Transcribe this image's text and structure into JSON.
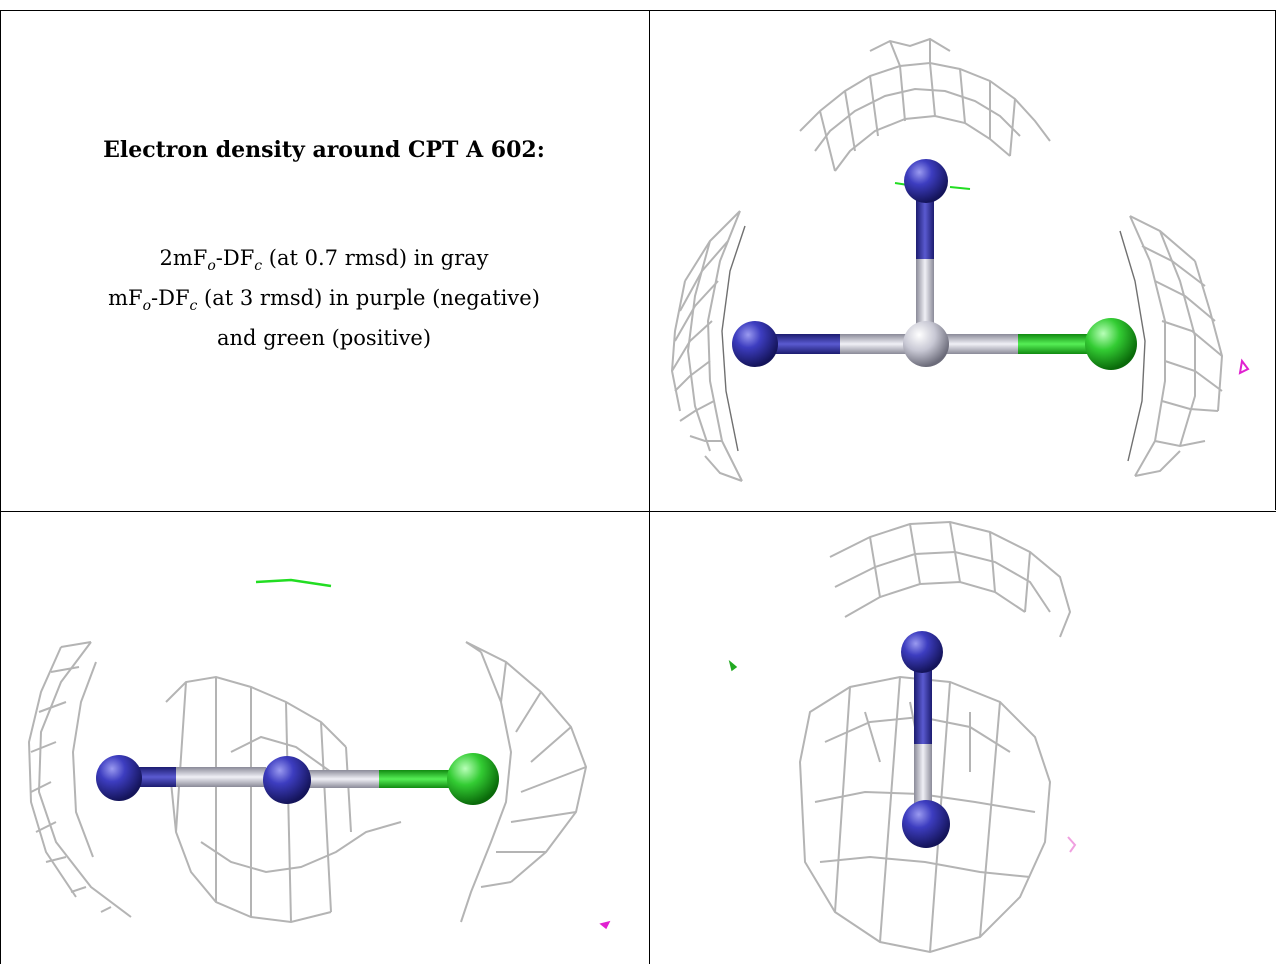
{
  "caption": {
    "title": "Electron density around CPT A 602:",
    "line1_prefix": "2mF",
    "line1_sub_o": "o",
    "line1_mid": "-DF",
    "line1_sub_c": "c",
    "line1_suffix": " (at 0.7 rmsd) in gray",
    "line2_prefix": "mF",
    "line2_sub_o": "o",
    "line2_mid": "-DF",
    "line2_sub_c": "c",
    "line2_suffix": " (at 3 rmsd) in purple (negative)",
    "line3": "and green (positive)"
  },
  "colors": {
    "mesh_gray": "#b9b9b9",
    "mesh_dark": "#7a7a7a",
    "negative_purple": "#e020d0",
    "positive_green": "#22dd22",
    "nitrogen_blue": "#3a3ab8",
    "carbon_white": "#c8c8d4",
    "chlorine_green": "#33cc33"
  },
  "views": [
    {
      "name": "top-down-view"
    },
    {
      "name": "side-view"
    },
    {
      "name": "end-view"
    }
  ]
}
